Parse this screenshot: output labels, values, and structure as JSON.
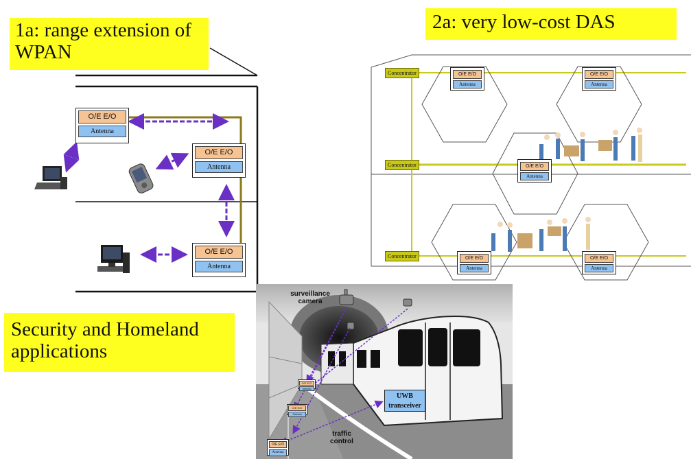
{
  "labels": {
    "wpan": "1a: range extension of WPAN",
    "das": "2a: very low-cost DAS",
    "security": "Security and Homeland applications"
  },
  "unit": {
    "oe": "O/E  E/O",
    "antenna": "Antenna"
  },
  "concentrator": "Concentrator",
  "tunnel": {
    "camera_label": "surveillance camera",
    "traffic_label": "traffic control",
    "uwb_label": "UWB transceiver"
  },
  "colors": {
    "label_bg": "#ffff1f",
    "fiber": "#c9c91a",
    "oe_box": "#f6c393",
    "antenna_box": "#8fc1f1",
    "link_arrow": "#6a2fc4"
  }
}
